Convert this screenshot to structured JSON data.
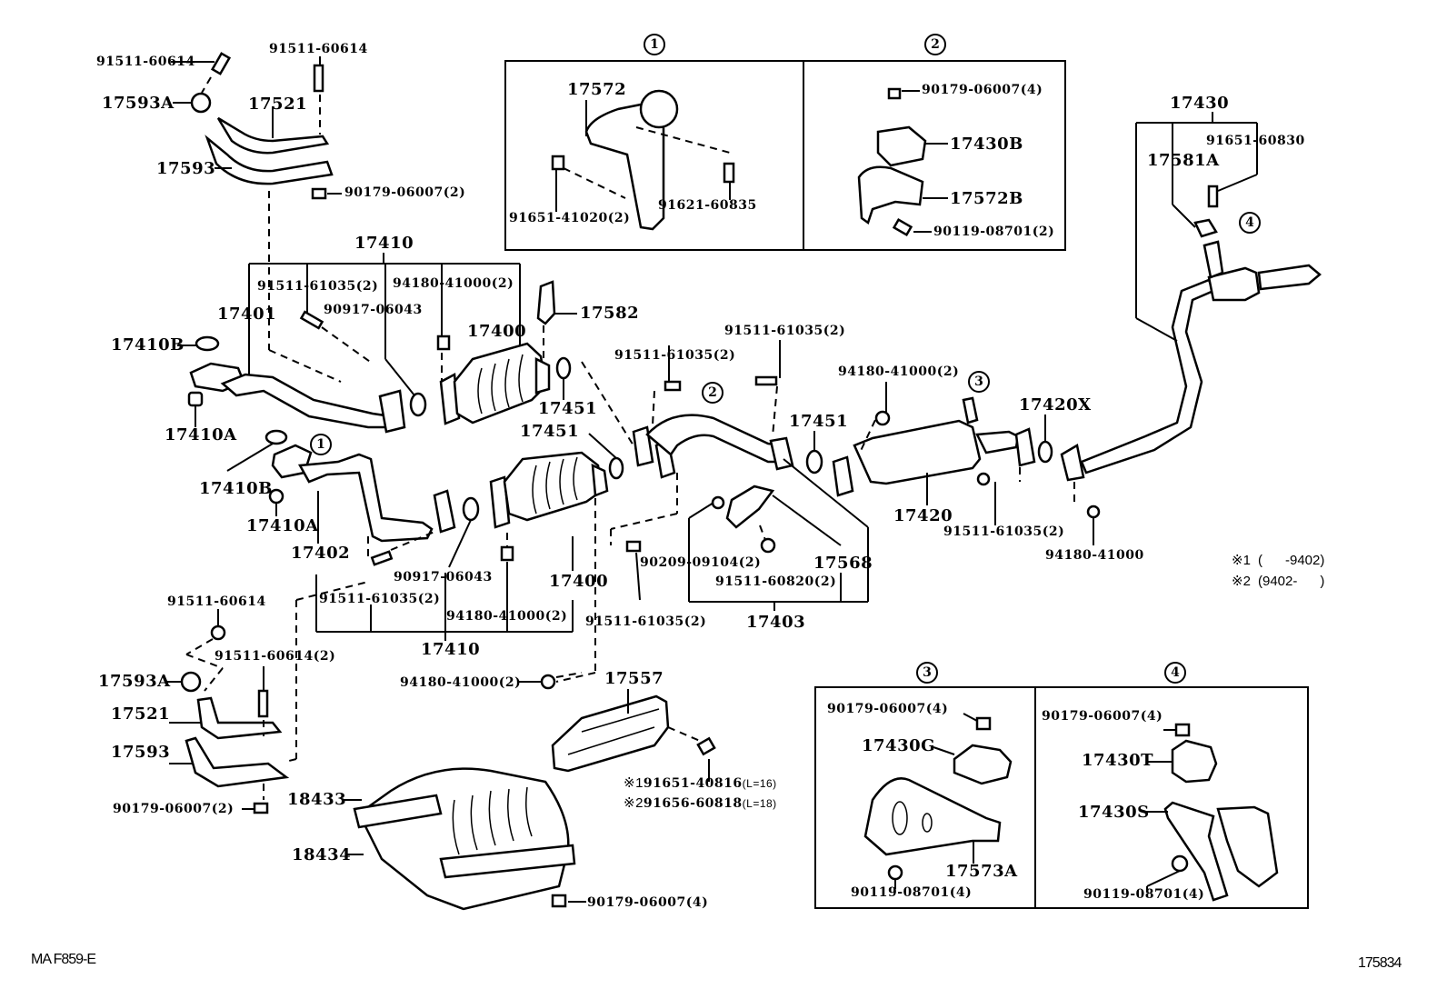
{
  "diagram": {
    "title_code": "MA F859-E",
    "figure_number": "175834",
    "notes": {
      "n1_mark": "※1",
      "n1_range": "(      -9402)",
      "n2_mark": "※2",
      "n2_range": "(9402-      )"
    },
    "callouts": {
      "c1": "1",
      "c2": "2",
      "c3": "3",
      "c4": "4"
    },
    "inset_boxes": {
      "box1": {
        "marker": "1",
        "labels": [
          "17572",
          "91651-41020(2)",
          "91621-60835"
        ]
      },
      "box2": {
        "marker": "2",
        "labels": [
          "90179-06007(4)",
          "17430B",
          "17572B",
          "90119-08701(2)"
        ]
      },
      "box3": {
        "marker": "3",
        "labels": [
          "90179-06007(4)",
          "17430G",
          "17573A",
          "90119-08701(4)"
        ]
      },
      "box4": {
        "marker": "4",
        "labels": [
          "90179-06007(4)",
          "17430T",
          "17430S",
          "90119-08701(4)"
        ]
      }
    },
    "upper_left_heat_insulator": {
      "labels": [
        "91511-60614",
        "91511-60614",
        "17593A",
        "17521",
        "17593",
        "90179-06007(2)"
      ]
    },
    "front_pipe_group_upper": {
      "group": "17410",
      "labels": [
        "91511-61035(2)",
        "94180-41000(2)",
        "90917-06043",
        "17401",
        "17400",
        "17410B",
        "17410A",
        "17582",
        "17451"
      ]
    },
    "front_pipe_group_lower": {
      "group": "17410",
      "labels": [
        "17451",
        "17410B",
        "17410B",
        "17410A",
        "17410A",
        "17402",
        "90917-06043",
        "91511-61035(2)",
        "94180-41000(2)",
        "17400"
      ]
    },
    "center_pipe_group": {
      "group": "17403",
      "labels": [
        "91511-61035(2)",
        "91511-61035(2)",
        "17451",
        "90209-09104(2)",
        "91511-60820(2)",
        "17568",
        "91511-61035(2)"
      ]
    },
    "muffler": {
      "labels": [
        "94180-41000(2)",
        "17420X",
        "17420",
        "91511-61035(2)",
        "94180-41000"
      ]
    },
    "tail_pipe_group": {
      "group": "17430",
      "labels": [
        "91651-60830",
        "17581A"
      ]
    },
    "lower_left_heat_insulator": {
      "labels": [
        "91511-60614",
        "91511-60614(2)",
        "17593A",
        "17521",
        "17593",
        "90179-06007(2)"
      ]
    },
    "lower_center": {
      "labels": [
        "94180-41000(2)",
        "17557",
        "18433",
        "18434",
        "90179-06007(4)"
      ],
      "bolt_variants": [
        {
          "mark": "※1",
          "part": "91651-40816",
          "length": "(L=16)"
        },
        {
          "mark": "※2",
          "part": "91656-60818",
          "length": "(L=18)"
        }
      ]
    }
  }
}
